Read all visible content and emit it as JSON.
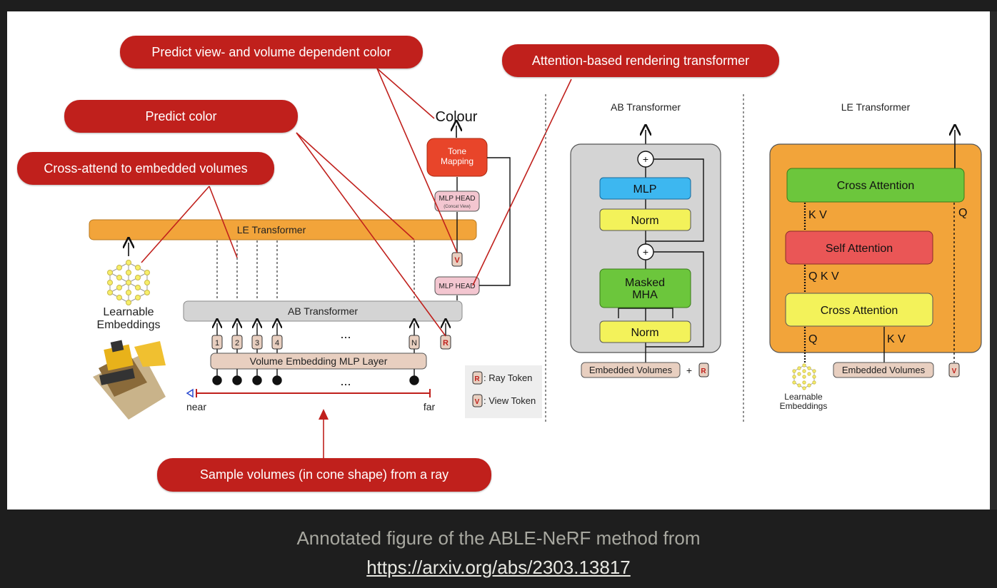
{
  "callouts": {
    "view_color": "Predict view- and volume dependent color",
    "attention": "Attention-based rendering transformer",
    "predict_color": "Predict color",
    "cross_attend": "Cross-attend to embedded volumes",
    "sample": "Sample volumes (in cone shape) from a ray"
  },
  "left": {
    "colour": "Colour",
    "tone_mapping_1": "Tone",
    "tone_mapping_2": "Mapping",
    "mlp_head_top": "MLP HEAD",
    "concat_view": "(Concat View)",
    "mlp_head_mid": "MLP HEAD",
    "le_transformer": "LE Transformer",
    "ab_transformer": "AB Transformer",
    "learnable_1": "Learnable",
    "learnable_2": "Embeddings",
    "volume_embedding": "Volume Embedding MLP Layer",
    "tokens": [
      "1",
      "2",
      "3",
      "4"
    ],
    "token_n": "N",
    "token_r": "R",
    "token_v": "V",
    "ellipsis": "...",
    "near": "near",
    "far": "far",
    "legend_r_key": "R",
    "legend_r": ": Ray Token",
    "legend_v_key": "V",
    "legend_v": ": View Token"
  },
  "ab_panel": {
    "title": "AB Transformer",
    "mlp": "MLP",
    "norm_top": "Norm",
    "masked_1": "Masked",
    "masked_2": "MHA",
    "norm_bottom": "Norm",
    "plus": "+",
    "embedded": "Embedded Volumes",
    "plus_sign": "+",
    "r": "R"
  },
  "le_panel": {
    "title": "LE Transformer",
    "cross_top": "Cross Attention",
    "self_attn": "Self Attention",
    "cross_bottom": "Cross Attention",
    "kv_top": "K V",
    "q_right": "Q",
    "qkv": "Q K V",
    "q_bottom": "Q",
    "kv_bottom": "K V",
    "embedded": "Embedded Volumes",
    "v": "V",
    "learnable_1": "Learnable",
    "learnable_2": "Embeddings"
  },
  "caption": {
    "text": "Annotated figure of the ABLE-NeRF method from",
    "link": "https://arxiv.org/abs/2303.13817"
  },
  "colors": {
    "callout_red": "#c0201c",
    "orange": "#f2a43a",
    "grey_block": "#d4d4d4",
    "tan": "#e8cfc0",
    "mlp_blue": "#3db7f0",
    "norm_yellow": "#f3f25a",
    "mha_green": "#6cc63c",
    "self_attn_red": "#ea5656",
    "tone_red": "#e8452a",
    "pink": "#f3c6d0"
  }
}
